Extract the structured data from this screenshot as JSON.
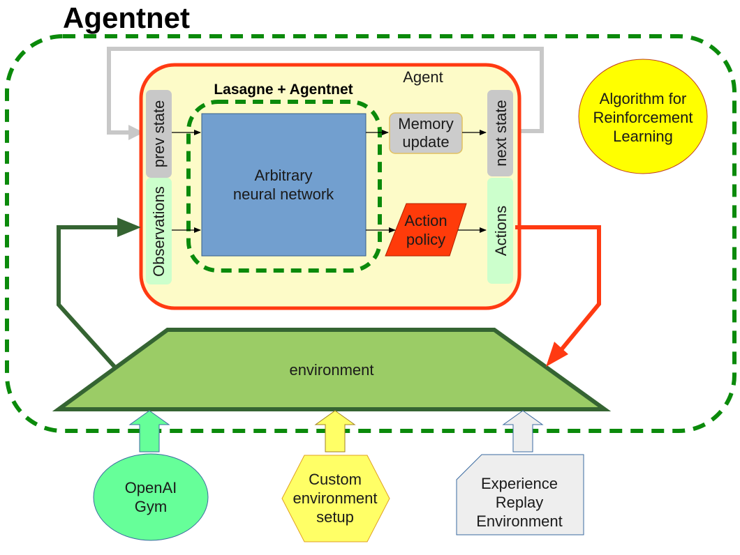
{
  "title": "Agentnet",
  "agent": {
    "label": "Agent",
    "lasagne_label": "Lasagne + Agentnet",
    "prev_state": "prev state",
    "observations": "Observations",
    "network": [
      "Arbitrary",
      "neural network"
    ],
    "memory_update": [
      "Memory",
      "update"
    ],
    "action_policy": [
      "Action",
      "policy"
    ],
    "next_state": "next state",
    "actions": "Actions"
  },
  "algorithm": [
    "Algorithm for",
    "Reinforcement",
    "Learning"
  ],
  "environment": "environment",
  "sources": {
    "openai": [
      "OpenAI",
      "Gym"
    ],
    "custom": [
      "Custom",
      "environment",
      "setup"
    ],
    "replay": [
      "Experience",
      "Replay",
      "Environment"
    ]
  },
  "colors": {
    "green_dash": "#0b8a0b",
    "agent_border": "#ff3a12",
    "agent_fill": "#fdfbc8",
    "network_fill": "#729fcf",
    "environment_fill": "#9bcc66",
    "environment_border": "#356432",
    "action_policy_fill": "#ff3b0a",
    "algorithm_fill": "#ffff00",
    "openai_fill": "#66ff99",
    "custom_fill": "#ffff66",
    "replay_fill": "#eeeeee"
  }
}
